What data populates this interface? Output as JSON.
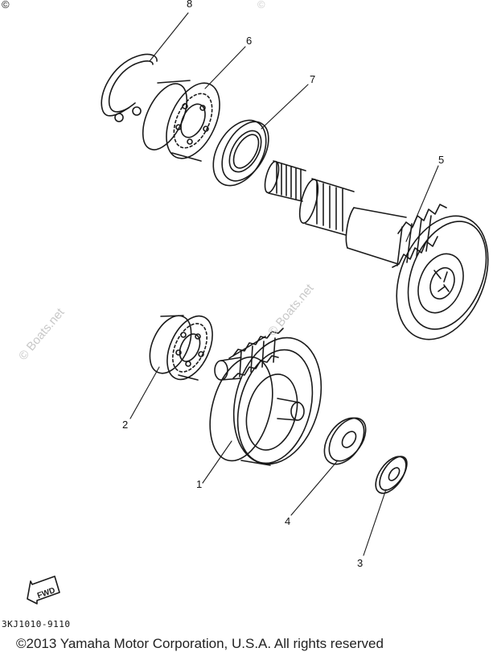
{
  "watermark": {
    "text": "© Boats.net",
    "copyright_mark": "©"
  },
  "callouts": {
    "p1": "1",
    "p2": "2",
    "p3": "3",
    "p4": "4",
    "p5": "5",
    "p6": "6",
    "p7": "7",
    "p8": "8"
  },
  "arrow_label": "FWD",
  "diagram_code": "3KJ1010-9110",
  "copyright": "©2013 Yamaha Motor Corporation, U.S.A. All rights reserved",
  "colors": {
    "line": "#1a1a1a",
    "watermark": "#c8c8c8"
  }
}
